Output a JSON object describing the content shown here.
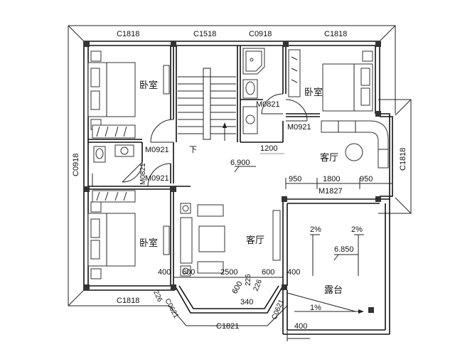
{
  "labels": {
    "w_c1818_tl": "C1818",
    "w_c1518": "C1518",
    "w_c0918_top": "C0918",
    "w_c1818_tr": "C1818",
    "w_c0918_left": "C0918",
    "w_c1818_right": "C1818",
    "w_c1818_bl": "C1818",
    "w_c1821": "C1821",
    "w_c0621_l": "C0621",
    "w_c0621_r": "C0621",
    "d_m0921_1": "M0921",
    "d_m0921_2": "M0921",
    "d_m0921_3": "M0921",
    "d_m0821_1": "M0821",
    "d_m0821_2": "M0821",
    "d_m1827": "M1827"
  },
  "rooms": {
    "bedroom_tl": "卧室",
    "bedroom_tr": "卧室",
    "bedroom_bl": "卧室",
    "living_tr": "客厅",
    "living_c": "客厅",
    "terrace": "露台",
    "stair_down": "下"
  },
  "dims": {
    "d1200": "1200",
    "elev_6900": "6.900",
    "d950a": "950",
    "d1800": "1800",
    "d950b": "950",
    "d400a": "400",
    "d600a": "600",
    "d2500": "2500",
    "d600b": "600",
    "d400b": "400",
    "d600c": "600",
    "d340": "340",
    "d226a": "226",
    "d226b": "226",
    "d226c": "226",
    "d400c": "400",
    "slope_2a": "2%",
    "slope_2b": "2%",
    "elev_6850": "6.850",
    "slope_1": "1%"
  }
}
